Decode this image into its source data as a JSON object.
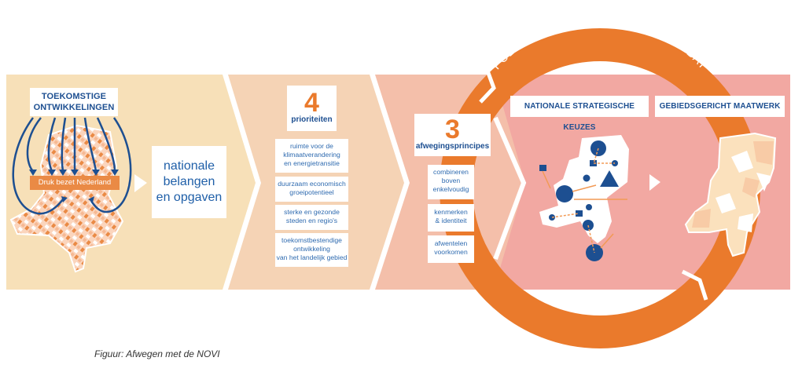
{
  "colors": {
    "panel1": "#f7e0b8",
    "panel2": "#f5d3b5",
    "panel3": "#f4bfaa",
    "panel4": "#f2a8a2",
    "ring": "#ea7a2c",
    "blue": "#1d4f91",
    "orange_box": "#ea8a45"
  },
  "panel1": {
    "header": "TOEKOMSTIGE ONTWIKKELINGEN",
    "header_line1": "TOEKOMSTIGE",
    "header_line2": "ONTWIKKELINGEN",
    "pressure_label": "Druk bezet Nederland",
    "outcome_lines": [
      "nationale",
      "belangen",
      "en opgaven"
    ]
  },
  "panel2": {
    "number": "4",
    "label": "prioriteiten",
    "items": [
      {
        "lines": [
          "ruimte voor de",
          "klimaatverandering",
          "en energietransitie"
        ]
      },
      {
        "lines": [
          "duurzaam economisch",
          "groeipotentieel"
        ]
      },
      {
        "lines": [
          "sterke en gezonde",
          "steden en regio's"
        ]
      },
      {
        "lines": [
          "toekomstbestendige",
          "ontwikkeling",
          "van het landelijk gebied"
        ]
      }
    ]
  },
  "panel3": {
    "number": "3",
    "label": "afwegingsprincipes",
    "items": [
      {
        "lines": [
          "combineren",
          "boven",
          "enkelvoudig"
        ]
      },
      {
        "lines": [
          "kenmerken",
          "& identiteit"
        ]
      },
      {
        "lines": [
          "afwentelen",
          "voorkomen"
        ]
      }
    ]
  },
  "ring": {
    "label": "POLITIEK & MAATSCHAPPELIJK DEBAT"
  },
  "panel4": {
    "left_header": "NATIONALE STRATEGISCHE KEUZES",
    "right_header": "GEBIEDSGERICHT MAATWERK"
  },
  "caption": "Figuur: Afwegen met de NOVI"
}
